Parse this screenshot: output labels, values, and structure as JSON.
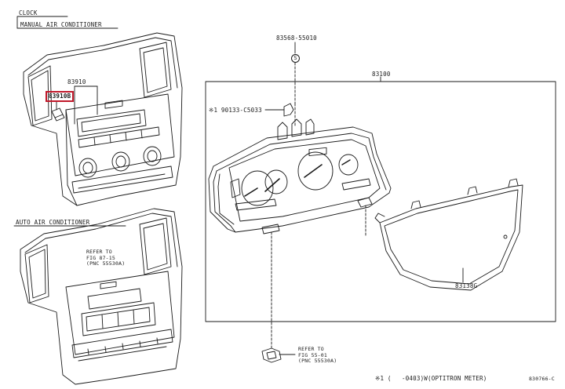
{
  "headers": {
    "clock": "CLOCK",
    "manual_ac": "MANUAL AIR CONDITIONER",
    "auto_ac": "AUTO AIR CONDITIONER"
  },
  "parts": {
    "p83910": "83910",
    "p83910b": "83910B",
    "p83568": "83568-55010",
    "p83100": "83100",
    "p90133": "※1 90133-C5033",
    "p83138g": "83138G"
  },
  "refs": {
    "auto_ref": "REFER TO\nFIG 87-15\n(PNC 55530A)",
    "bottom_ref": "REFER TO\nFIG 55-01\n(PNC 55530A)"
  },
  "footer": {
    "note_mark": "※1 (",
    "note_text": "-0403)W(OPTITRON METER)",
    "code": "830766-C"
  },
  "colors": {
    "line": "#1a1a1a",
    "highlight": "#c0182a",
    "background": "#ffffff"
  }
}
